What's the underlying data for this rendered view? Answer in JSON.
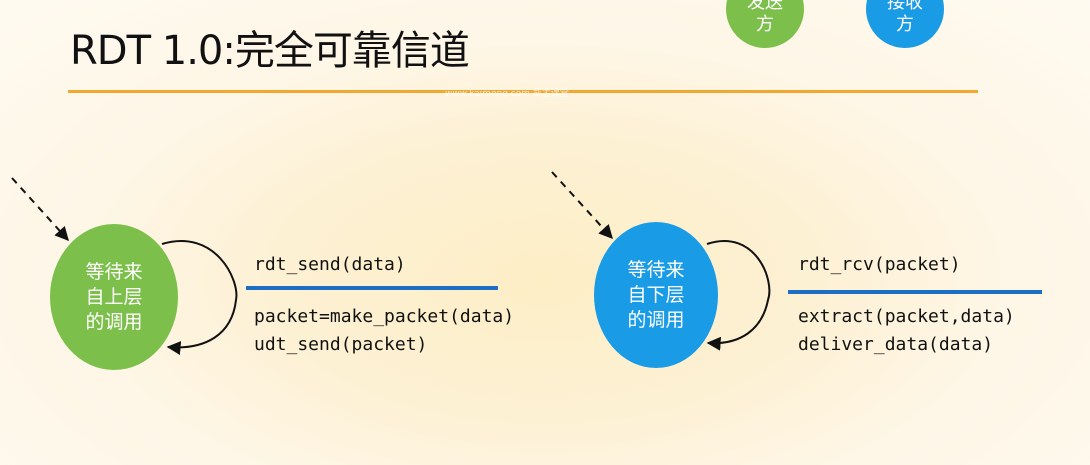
{
  "slide": {
    "title": "RDT 1.0:完全可靠信道",
    "watermark": "www.kaimeng.com 凯孟课堂"
  },
  "badges": {
    "sender_line1": "发送",
    "sender_line2": "方",
    "receiver_line1": "接收",
    "receiver_line2": "方"
  },
  "sender": {
    "state_line1": "等待来",
    "state_line2": "自上层",
    "state_line3": "的调用",
    "event": "rdt_send(data)",
    "action1": "packet=make_packet(data)",
    "action2": "udt_send(packet)"
  },
  "receiver": {
    "state_line1": "等待来",
    "state_line2": "自下层",
    "state_line3": "的调用",
    "event": "rdt_rcv(packet)",
    "action1": "extract(packet,data)",
    "action2": "deliver_data(data)"
  },
  "colors": {
    "sender": "#7cc04b",
    "receiver": "#1a9be6",
    "rule": "#f0a830",
    "action_bar": "#1d6fc4"
  }
}
